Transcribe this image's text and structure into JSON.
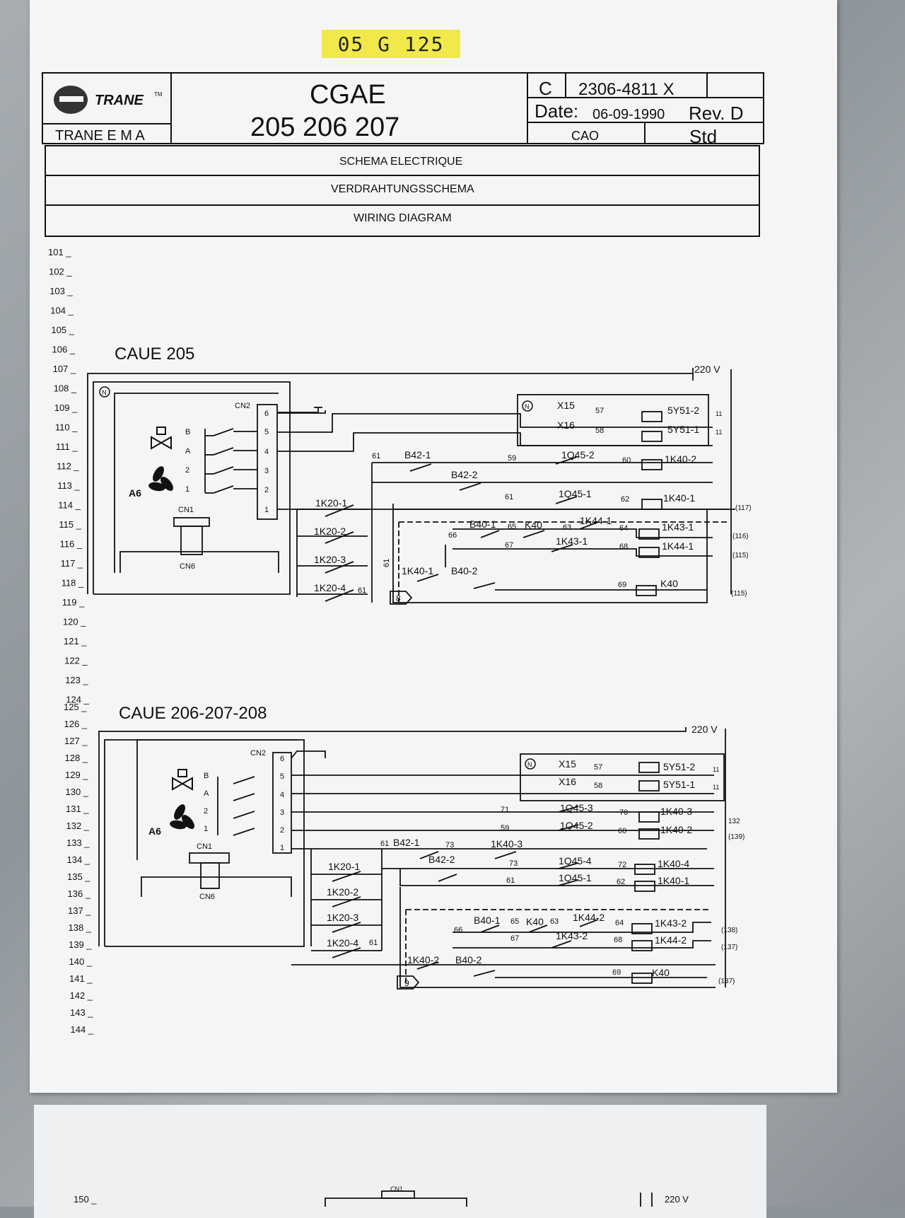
{
  "sticker": "05 G 125",
  "title_block": {
    "brand": "TRANE",
    "brand_tm": "TM",
    "company": "TRANE E M A",
    "model": "CGAE",
    "model_numbers": "205 206 207",
    "doc_class": "C",
    "doc_number": "2306-4811 X",
    "date_label": "Date:",
    "date_value": "06-09-1990",
    "revision": "Rev. D",
    "cao": "CAO",
    "std": "Std",
    "title_fr": "SCHEMA ELECTRIQUE",
    "title_de": "VERDRAHTUNGSSCHEMA",
    "title_en": "WIRING DIAGRAM"
  },
  "line_numbers_a": [
    "101",
    "102",
    "103",
    "104",
    "105",
    "106",
    "107",
    "108",
    "109",
    "110",
    "111",
    "112",
    "113",
    "114",
    "115",
    "116",
    "117",
    "118",
    "119",
    "120",
    "121",
    "122",
    "123",
    "124"
  ],
  "line_numbers_b": [
    "125",
    "126",
    "127",
    "128",
    "129",
    "130",
    "131",
    "132",
    "133",
    "134",
    "135",
    "136",
    "137",
    "138",
    "139",
    "140",
    "141",
    "142",
    "143",
    "144"
  ],
  "line_number_c": "150",
  "circuit_a": {
    "title": "CAUE 205",
    "supply": "220 V",
    "neutral": "N",
    "cn2": "CN2",
    "cn1": "CN1",
    "cn6": "CN6",
    "a6": "A6",
    "pins": [
      "6",
      "5",
      "4",
      "3",
      "2",
      "1"
    ],
    "inputs": [
      "B",
      "A",
      "2",
      "1"
    ],
    "x15": "X15",
    "x16": "X16",
    "loads": [
      "5Y51-2",
      "5Y51-1",
      "1K40-2",
      "1K40-1",
      "1K43-1",
      "1K44-1",
      "K40"
    ],
    "contacts": [
      "B42-1",
      "B42-2",
      "1Q45-2",
      "1Q45-1",
      "B40-1",
      "K40",
      "1K44-1",
      "1K43-1",
      "1K40-1",
      "B40-2"
    ],
    "k20": [
      "1K20-1",
      "1K20-2",
      "1K20-3",
      "1K20-4"
    ],
    "wires": [
      "57",
      "58",
      "61",
      "59",
      "60",
      "61",
      "62",
      "65",
      "63",
      "64",
      "66",
      "67",
      "68",
      "69",
      "61",
      "61"
    ],
    "refs": [
      "(117)",
      "(116)",
      "(115)",
      "(115)"
    ],
    "terminal": "8",
    "eleven": "11"
  },
  "circuit_b": {
    "title": "CAUE 206-207-208",
    "supply": "220 V",
    "neutral": "N",
    "cn2": "CN2",
    "cn1": "CN1",
    "cn6": "CN6",
    "a6": "A6",
    "pins": [
      "6",
      "5",
      "4",
      "3",
      "2",
      "1"
    ],
    "inputs": [
      "B",
      "A",
      "2",
      "1"
    ],
    "x15": "X15",
    "x16": "X16",
    "loads": [
      "5Y51-2",
      "5Y51-1",
      "1K40-3",
      "1K40-2",
      "1K40-4",
      "1K40-1",
      "1K43-2",
      "1K44-2",
      "K40"
    ],
    "contacts": [
      "1Q45-3",
      "1Q45-2",
      "B42-1",
      "B42-2",
      "1K40-3",
      "1Q45-4",
      "1Q45-1",
      "B40-1",
      "K40",
      "1K44-2",
      "1K43-2",
      "1K40-2",
      "B40-2"
    ],
    "k20": [
      "1K20-1",
      "1K20-2",
      "1K20-3",
      "1K20-4"
    ],
    "wires": [
      "57",
      "58",
      "71",
      "70",
      "59",
      "60",
      "61",
      "73",
      "73",
      "72",
      "61",
      "62",
      "65",
      "63",
      "64",
      "66",
      "67",
      "68",
      "69",
      "61"
    ],
    "refs": [
      "132",
      "(139)",
      "(138)",
      "(137)",
      "(137)"
    ],
    "terminal": "9",
    "eleven": "11"
  },
  "bottom": {
    "cn1": "CN1",
    "supply": "220 V"
  }
}
